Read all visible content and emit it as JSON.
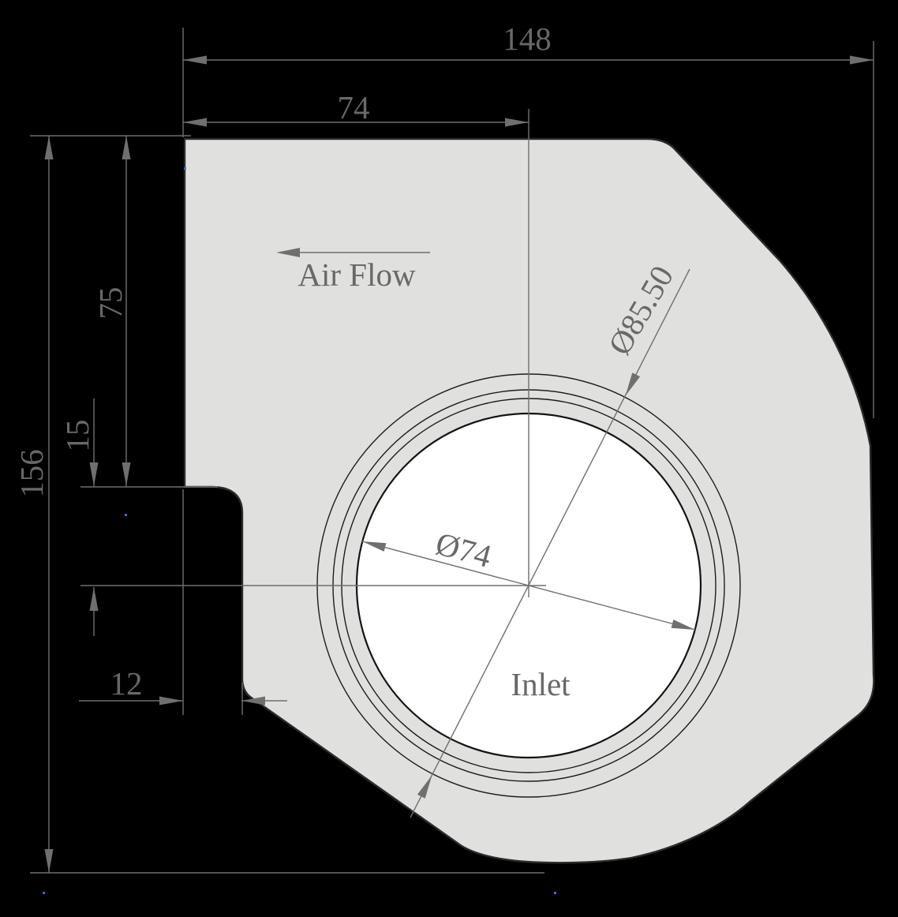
{
  "drawing": {
    "labels": {
      "air_flow": "Air Flow",
      "inlet": "Inlet"
    },
    "dimensions": {
      "overall_width": "148",
      "inlet_center_offset": "74",
      "overall_height": "156",
      "top_to_step": "75",
      "step_height": "15",
      "side_offset": "12",
      "outer_ring_diameter": "Ø85.50",
      "inlet_diameter": "Ø74"
    },
    "colors": {
      "background": "#000000",
      "body_fill": "#e0e1df",
      "body_outline": "#2b2b2b",
      "ring_stroke": "#1d1d1d",
      "inlet_fill": "#ffffff",
      "dimension": "#6f6f6f",
      "label": "#686868",
      "snap_marker": "#2f6fe0"
    }
  }
}
